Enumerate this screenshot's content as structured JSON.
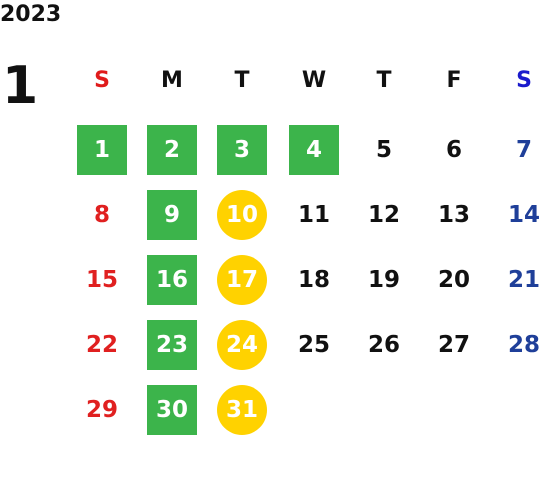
{
  "calendar": {
    "year": "2023",
    "month": "1",
    "weekdays": [
      {
        "label": "S",
        "color": "#e01b1b"
      },
      {
        "label": "M",
        "color": "#111111"
      },
      {
        "label": "T",
        "color": "#111111"
      },
      {
        "label": "W",
        "color": "#111111"
      },
      {
        "label": "T",
        "color": "#111111"
      },
      {
        "label": "F",
        "color": "#111111"
      },
      {
        "label": "S",
        "color": "#1a1acc"
      }
    ],
    "colors": {
      "holiday_green": "#3cb44b",
      "highlight_yellow": "#ffd200",
      "sunday": "#e02020",
      "saturday": "#1f3f99",
      "weekday": "#111111"
    },
    "days": [
      {
        "day": "1",
        "col": 0,
        "row": 0,
        "mark": "green"
      },
      {
        "day": "2",
        "col": 1,
        "row": 0,
        "mark": "green"
      },
      {
        "day": "3",
        "col": 2,
        "row": 0,
        "mark": "green"
      },
      {
        "day": "4",
        "col": 3,
        "row": 0,
        "mark": "green"
      },
      {
        "day": "5",
        "col": 4,
        "row": 0,
        "mark": ""
      },
      {
        "day": "6",
        "col": 5,
        "row": 0,
        "mark": ""
      },
      {
        "day": "7",
        "col": 6,
        "row": 0,
        "mark": ""
      },
      {
        "day": "8",
        "col": 0,
        "row": 1,
        "mark": ""
      },
      {
        "day": "9",
        "col": 1,
        "row": 1,
        "mark": "green"
      },
      {
        "day": "10",
        "col": 2,
        "row": 1,
        "mark": "yellow"
      },
      {
        "day": "11",
        "col": 3,
        "row": 1,
        "mark": ""
      },
      {
        "day": "12",
        "col": 4,
        "row": 1,
        "mark": ""
      },
      {
        "day": "13",
        "col": 5,
        "row": 1,
        "mark": ""
      },
      {
        "day": "14",
        "col": 6,
        "row": 1,
        "mark": ""
      },
      {
        "day": "15",
        "col": 0,
        "row": 2,
        "mark": ""
      },
      {
        "day": "16",
        "col": 1,
        "row": 2,
        "mark": "green"
      },
      {
        "day": "17",
        "col": 2,
        "row": 2,
        "mark": "yellow"
      },
      {
        "day": "18",
        "col": 3,
        "row": 2,
        "mark": ""
      },
      {
        "day": "19",
        "col": 4,
        "row": 2,
        "mark": ""
      },
      {
        "day": "20",
        "col": 5,
        "row": 2,
        "mark": ""
      },
      {
        "day": "21",
        "col": 6,
        "row": 2,
        "mark": ""
      },
      {
        "day": "22",
        "col": 0,
        "row": 3,
        "mark": ""
      },
      {
        "day": "23",
        "col": 1,
        "row": 3,
        "mark": "green"
      },
      {
        "day": "24",
        "col": 2,
        "row": 3,
        "mark": "yellow"
      },
      {
        "day": "25",
        "col": 3,
        "row": 3,
        "mark": ""
      },
      {
        "day": "26",
        "col": 4,
        "row": 3,
        "mark": ""
      },
      {
        "day": "27",
        "col": 5,
        "row": 3,
        "mark": ""
      },
      {
        "day": "28",
        "col": 6,
        "row": 3,
        "mark": ""
      },
      {
        "day": "29",
        "col": 0,
        "row": 4,
        "mark": ""
      },
      {
        "day": "30",
        "col": 1,
        "row": 4,
        "mark": "green"
      },
      {
        "day": "31",
        "col": 2,
        "row": 4,
        "mark": "yellow"
      }
    ]
  }
}
